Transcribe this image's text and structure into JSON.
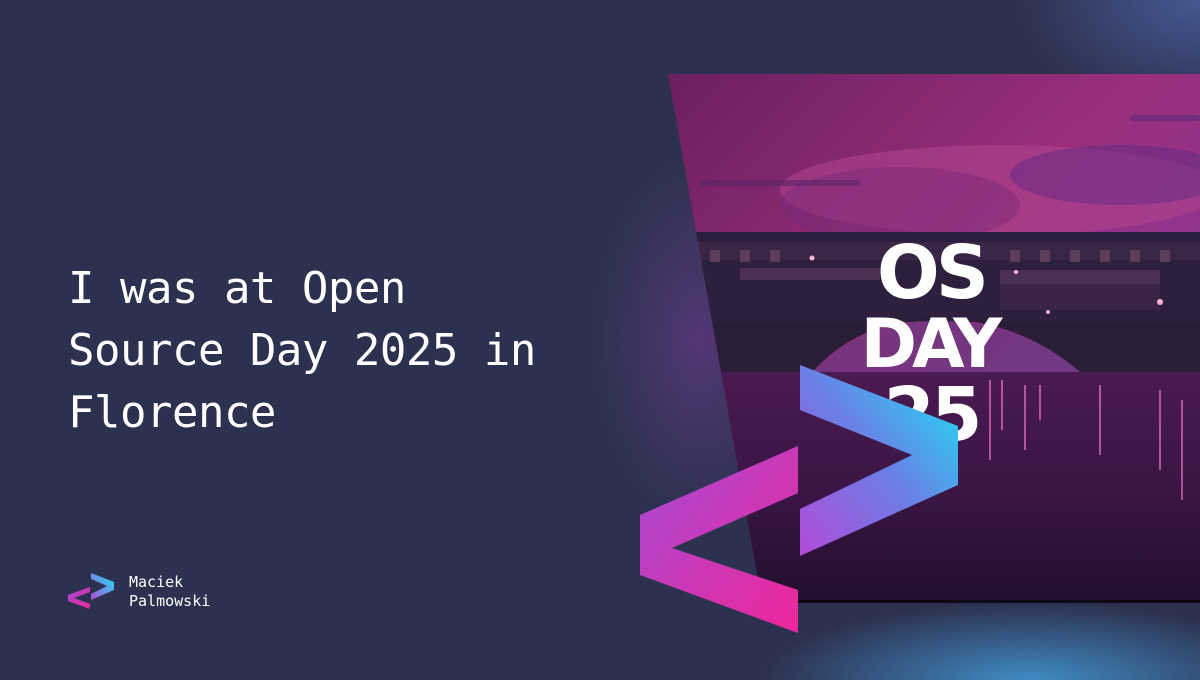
{
  "headline": {
    "line1": "I was at Open",
    "line2": "Source Day 2025 in",
    "line3": "Florence"
  },
  "event_logo": {
    "line1": "OS",
    "line2": "DAY",
    "line3": "25"
  },
  "author": {
    "first_name": "Maciek",
    "last_name": "Palmowski"
  },
  "colors": {
    "background": "#2d3150",
    "text": "#ffffff",
    "accent_pink": "#f0269b",
    "accent_purple": "#9a52d8",
    "accent_cyan": "#1ee3f2"
  }
}
